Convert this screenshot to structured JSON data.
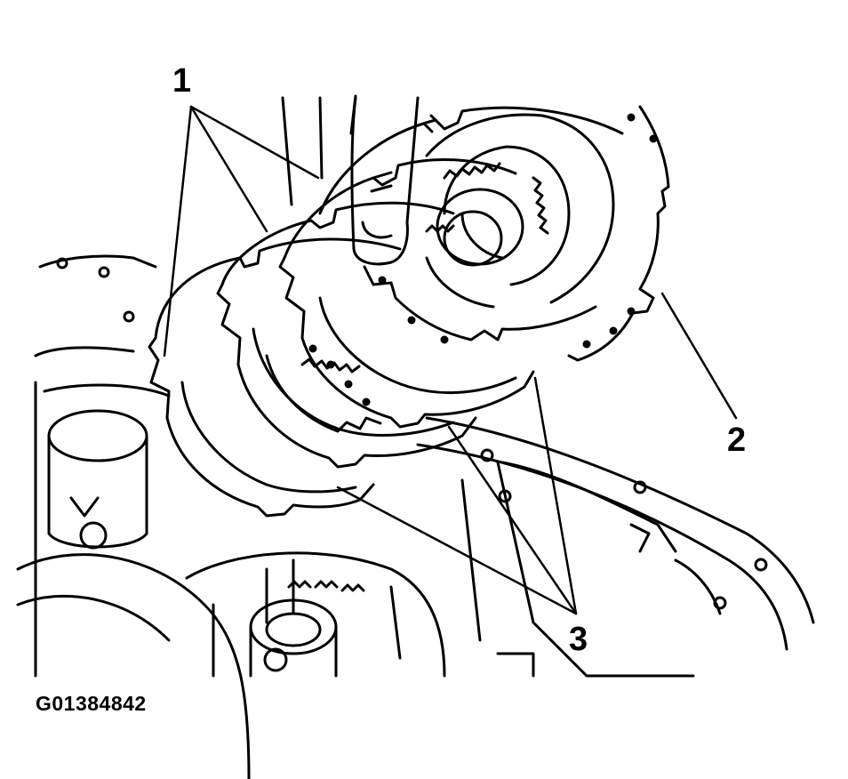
{
  "diagram": {
    "callouts": [
      {
        "id": "1",
        "label": "1"
      },
      {
        "id": "2",
        "label": "2"
      },
      {
        "id": "3",
        "label": "3"
      }
    ],
    "figure_id": "G01384842",
    "colors": {
      "ink": "#000000",
      "paper": "#ffffff"
    }
  }
}
